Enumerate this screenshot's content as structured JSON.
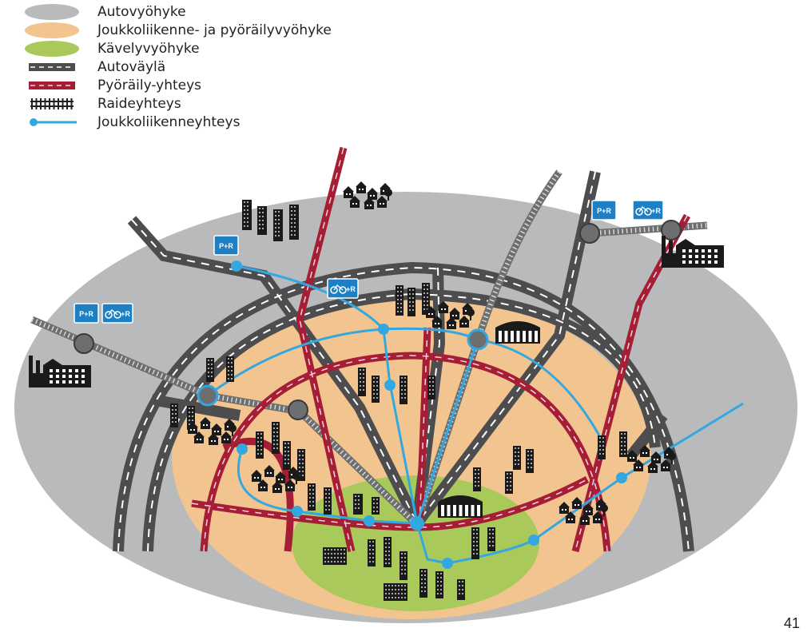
{
  "colors": {
    "car_zone": "#b9babc",
    "transit_zone": "#f2c48f",
    "walk_zone": "#a9c95a",
    "road": "#4d4d4f",
    "cycle": "#a51e36",
    "rail": "#6d6e70",
    "transit": "#33a8e0",
    "park_ride": "#1d7fc4",
    "building": "#1a1a1a"
  },
  "legend": [
    {
      "key": "car_zone",
      "label": "Autovyöhyke",
      "symbol": "ellipse-gray-icon"
    },
    {
      "key": "transit_zone",
      "label": "Joukkoliikenne- ja pyöräilyvyöhyke",
      "symbol": "ellipse-orange-icon"
    },
    {
      "key": "walk_zone",
      "label": "Kävelyvyöhyke",
      "symbol": "ellipse-green-icon"
    },
    {
      "key": "road",
      "label": "Autoväylä",
      "symbol": "road-dash-icon"
    },
    {
      "key": "cycle",
      "label": "Pyöräily-yhteys",
      "symbol": "cycle-dash-icon"
    },
    {
      "key": "rail",
      "label": "Raideyhteys",
      "symbol": "rail-track-icon"
    },
    {
      "key": "transit",
      "label": "Joukkoliikenneyhteys",
      "symbol": "transit-line-icon"
    }
  ],
  "park_ride_labels": {
    "pr": "P+R",
    "bike": "+R"
  },
  "page_number": "41"
}
